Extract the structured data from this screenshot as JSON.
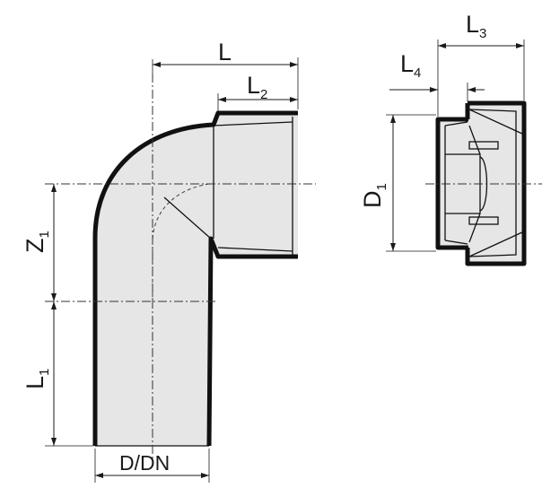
{
  "labels": {
    "L": "L",
    "L2": {
      "main": "L",
      "sub": "2"
    },
    "L3": {
      "main": "L",
      "sub": "3"
    },
    "L4": {
      "main": "L",
      "sub": "4"
    },
    "Z1": {
      "main": "Z",
      "sub": "1"
    },
    "L1": {
      "main": "L",
      "sub": "1"
    },
    "D1": {
      "main": "D",
      "sub": "1"
    },
    "DDN": "D/DN"
  },
  "colors": {
    "ink": "#111111",
    "fill": "#e6e6e6",
    "background": "#ffffff"
  }
}
